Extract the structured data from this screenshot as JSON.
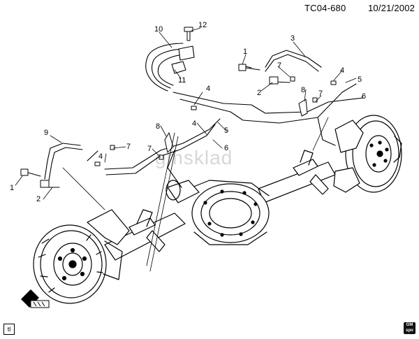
{
  "header": {
    "code": "TC04-680",
    "date": "10/21/2002"
  },
  "watermark": {
    "text": "gmsklad"
  },
  "callouts": [
    "1",
    "2",
    "3",
    "4",
    "5",
    "6",
    "7",
    "8",
    "9",
    "10",
    "11",
    "12"
  ],
  "corner_icon_text": "tl",
  "gm_logo": {
    "line1": "GM",
    "line2": "spo"
  },
  "colors": {
    "ink": "#000000",
    "background": "#ffffff"
  }
}
